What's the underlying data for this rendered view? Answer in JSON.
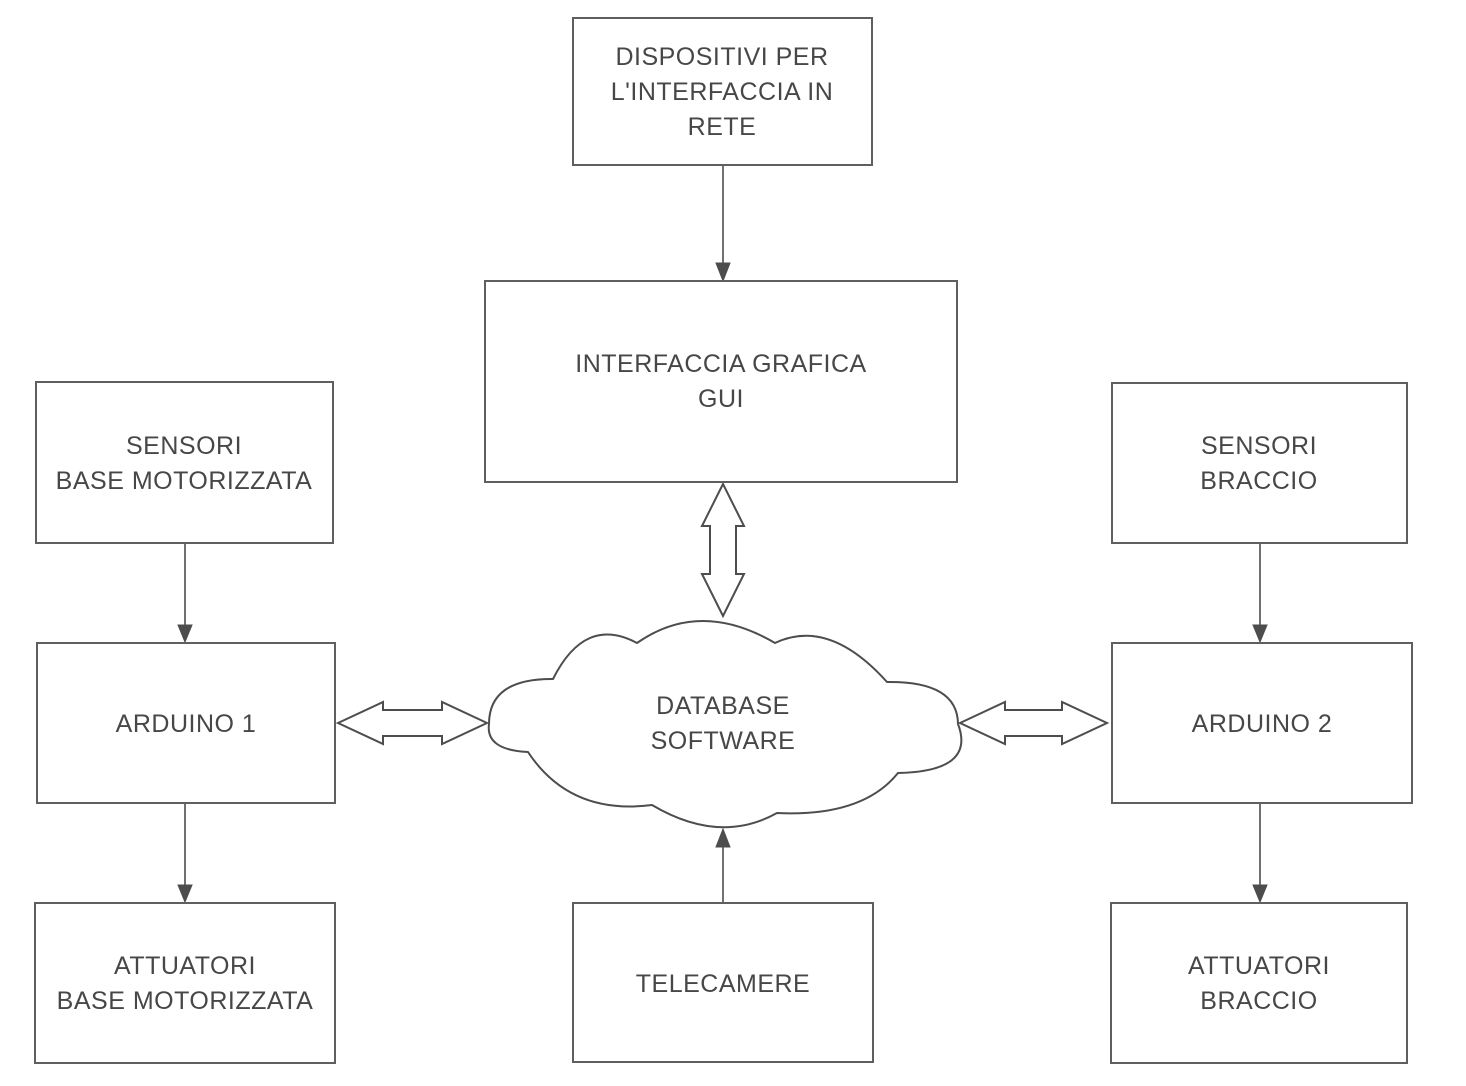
{
  "diagram": {
    "title": "Robot control architecture diagram",
    "colors": {
      "background": "#ffffff",
      "box_border": "#5f5f5f",
      "text_color": "#474747",
      "connector": "#4d4d4d",
      "shape_fill": "#ffffff"
    },
    "nodes": {
      "dispositivi_rete": {
        "lines": [
          "DISPOSITIVI PER",
          "L'INTERFACCIA IN",
          "RETE"
        ]
      },
      "interfaccia_gui": {
        "lines": [
          "INTERFACCIA GRAFICA",
          "GUI"
        ]
      },
      "database_software": {
        "lines": [
          "DATABASE",
          "SOFTWARE"
        ]
      },
      "sensori_base": {
        "lines": [
          "SENSORI",
          "BASE MOTORIZZATA"
        ]
      },
      "arduino_1": {
        "lines": [
          "ARDUINO 1"
        ]
      },
      "attuatori_base": {
        "lines": [
          "ATTUATORI",
          "BASE MOTORIZZATA"
        ]
      },
      "sensori_braccio": {
        "lines": [
          "SENSORI",
          "BRACCIO"
        ]
      },
      "arduino_2": {
        "lines": [
          "ARDUINO 2"
        ]
      },
      "attuatori_braccio": {
        "lines": [
          "ATTUATORI",
          "BRACCIO"
        ]
      },
      "telecamere": {
        "lines": [
          "TELECAMERE"
        ]
      }
    },
    "edges": [
      {
        "from": "dispositivi_rete",
        "to": "interfaccia_gui",
        "type": "arrow"
      },
      {
        "from": "interfaccia_gui",
        "to": "database_software",
        "type": "double-arrow"
      },
      {
        "from": "sensori_base",
        "to": "arduino_1",
        "type": "arrow"
      },
      {
        "from": "arduino_1",
        "to": "database_software",
        "type": "double-arrow"
      },
      {
        "from": "arduino_1",
        "to": "attuatori_base",
        "type": "arrow"
      },
      {
        "from": "sensori_braccio",
        "to": "arduino_2",
        "type": "arrow"
      },
      {
        "from": "database_software",
        "to": "arduino_2",
        "type": "double-arrow"
      },
      {
        "from": "arduino_2",
        "to": "attuatori_braccio",
        "type": "arrow"
      },
      {
        "from": "telecamere",
        "to": "database_software",
        "type": "arrow"
      }
    ]
  }
}
